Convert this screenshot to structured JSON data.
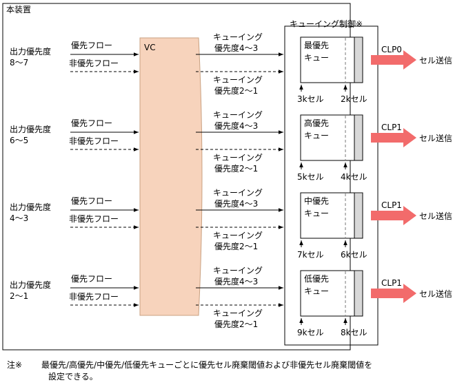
{
  "title": "本装置",
  "vc_label": "VC",
  "queue_block_title": "キューイング制御※",
  "flow_labels": {
    "priority": "優先フロー",
    "non_priority": "非優先フロー"
  },
  "queueing_label": "キューイング",
  "rows": [
    {
      "priority_line1": "出力優先度",
      "priority_line2": "8〜7",
      "upper_level": "優先度4〜3",
      "lower_level": "優先度2〜1",
      "queue_line1": "最優先",
      "queue_line2": "キュー",
      "threshold_left": "3kセル",
      "threshold_right": "2kセル",
      "clp": "CLP0",
      "send": "セル送信"
    },
    {
      "priority_line1": "出力優先度",
      "priority_line2": "6〜5",
      "upper_level": "優先度4〜3",
      "lower_level": "優先度2〜1",
      "queue_line1": "高優先",
      "queue_line2": "キュー",
      "threshold_left": "5kセル",
      "threshold_right": "4kセル",
      "clp": "CLP1",
      "send": "セル送信"
    },
    {
      "priority_line1": "出力優先度",
      "priority_line2": "4〜3",
      "upper_level": "優先度4〜3",
      "lower_level": "優先度2〜1",
      "queue_line1": "中優先",
      "queue_line2": "キュー",
      "threshold_left": "7kセル",
      "threshold_right": "6kセル",
      "clp": "CLP1",
      "send": "セル送信"
    },
    {
      "priority_line1": "出力優先度",
      "priority_line2": "2〜1",
      "upper_level": "優先度4〜3",
      "lower_level": "優先度2〜1",
      "queue_line1": "低優先",
      "queue_line2": "キュー",
      "threshold_left": "9kセル",
      "threshold_right": "8kセル",
      "clp": "CLP1",
      "send": "セル送信"
    }
  ],
  "note": {
    "mark": "注※",
    "line1": "最優先/高優先/中優先/低優先キューごとに優先セル廃棄閾値および非優先セル廃棄閾値を",
    "line2": "設定できる。"
  },
  "colors": {
    "vc_fill": "#f7d3bc",
    "vc_stroke": "#c8a080",
    "arrow": "#f26b6b",
    "queue_shade": "#d8d8d8"
  }
}
